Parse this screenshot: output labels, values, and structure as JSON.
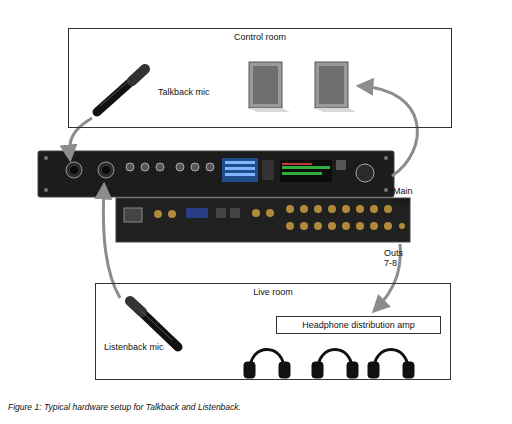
{
  "diagram": {
    "caption": "Figure 1: Typical hardware setup for Talkback and Listenback.",
    "nodes": [
      {
        "text": [
          "Control room"
        ]
      },
      {
        "text": [
          "Live room"
        ]
      },
      {
        "text": [
          "Headphone distribution amp"
        ],
        "in": 1
      }
    ],
    "labels": [
      "Talkback mic",
      "Listenback mic",
      "Main outs",
      "Outs 7-8"
    ]
  }
}
